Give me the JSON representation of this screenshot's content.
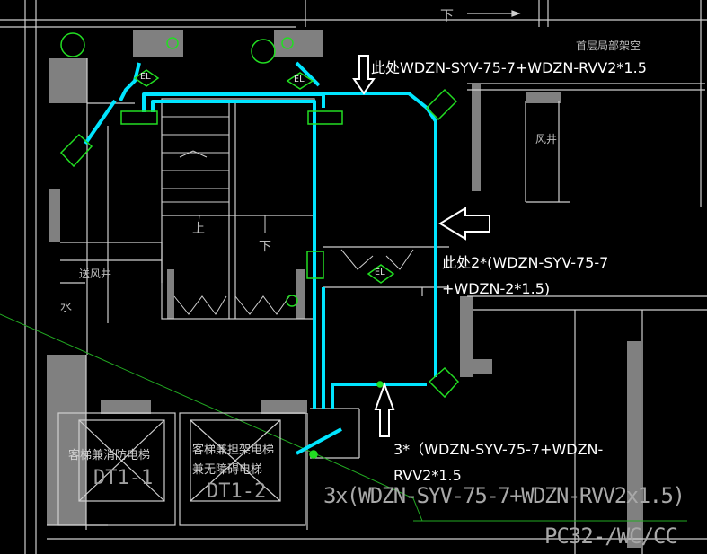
{
  "annotations": {
    "top": "此处WDZN-SYV-75-7+WDZN-RVV2*1.5",
    "middle_line1": "此处2*(WDZN-SYV-75-7",
    "middle_line2": "+WDZN-2*1.5)",
    "bottom_line1": "3*（WDZN-SYV-75-7+WDZN-",
    "bottom_line2": "RVV2*1.5"
  },
  "drawing_labels": {
    "cable_spec": "3x(WDZN-SYV-75-7+WDZN-RVV2x1.5)",
    "conduit_spec": "PC32-/WC/CC",
    "room_top_right": "首层局部架空",
    "air_shaft": "风井",
    "supply_shaft": "送风井",
    "water": "水",
    "down": "下",
    "up": "上",
    "down2": "下",
    "down_top": "下",
    "elevator1_name": "客梯兼消防电梯",
    "elevator1_id": "DT1-1",
    "elevator2_name_line1": "客梯兼担架电梯",
    "elevator2_name_line2": "兼无障碍电梯",
    "elevator2_id": "DT1-2",
    "el_left": "EL",
    "el_right": "EL",
    "el_mid": "EL"
  },
  "colors": {
    "cable": "#00e5ff",
    "symbol": "#22dd22",
    "wall": "#808080",
    "line": "#cfcfcf",
    "annotation": "#ffffff"
  }
}
